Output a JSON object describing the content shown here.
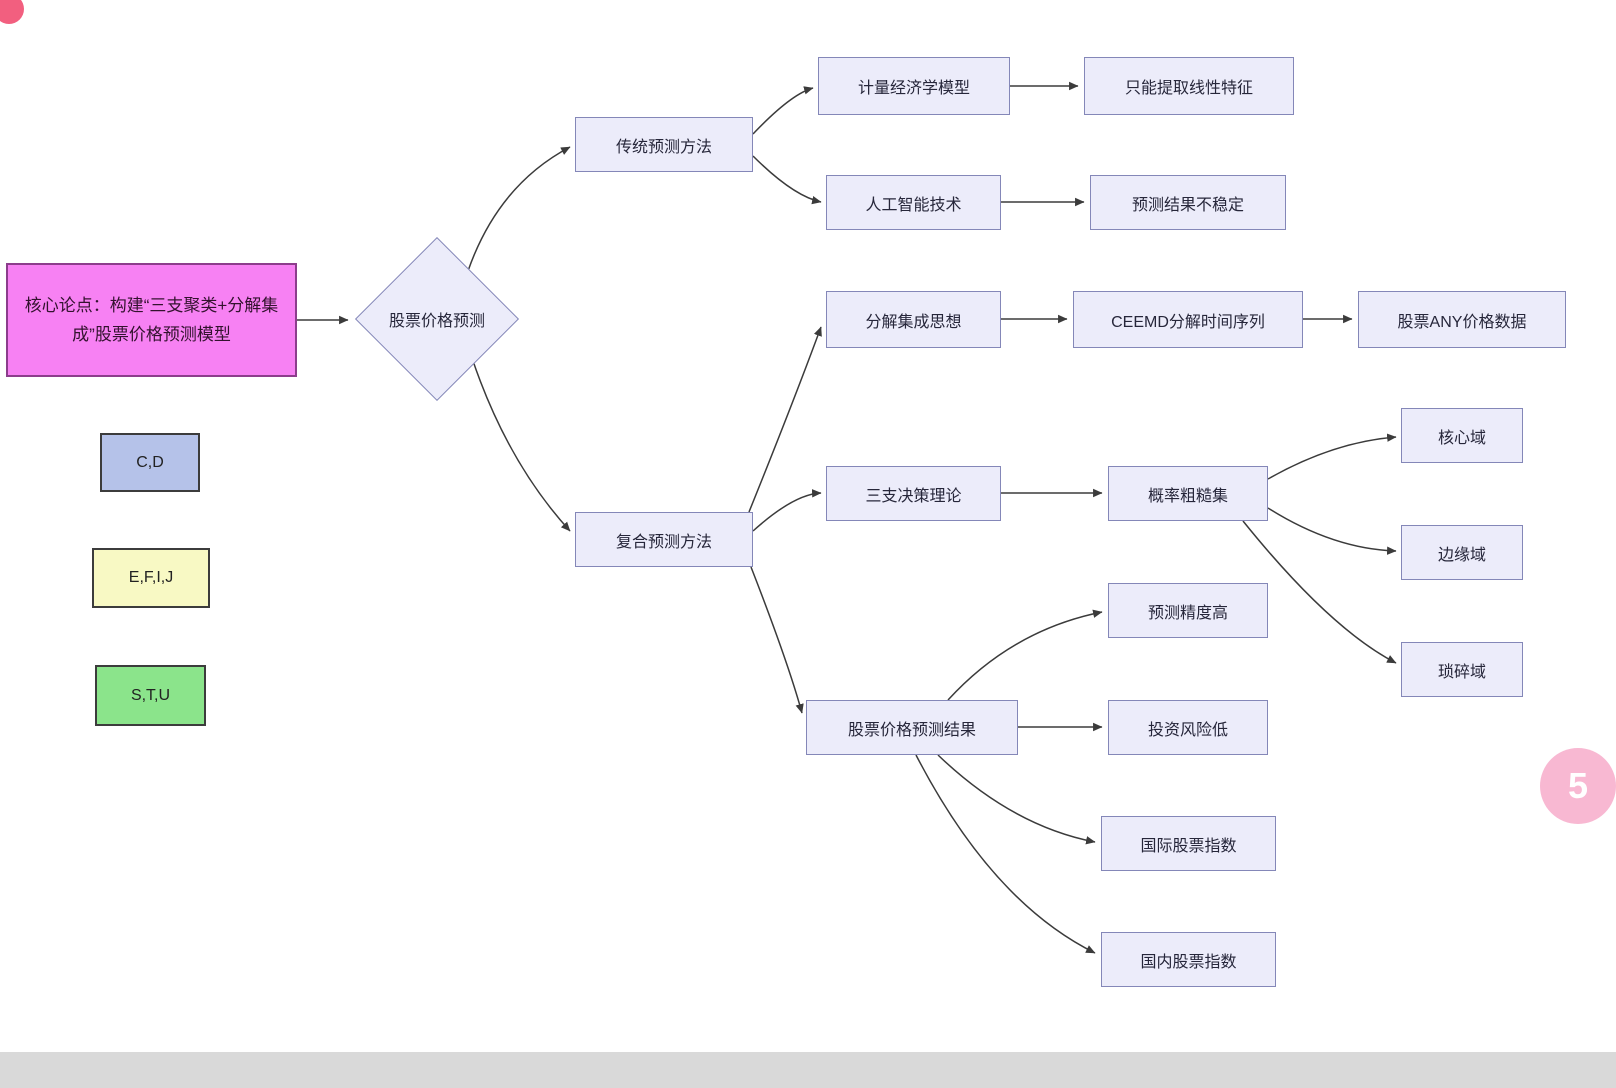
{
  "diagram": {
    "root": {
      "label": "核心论点：构建“三支聚类+分解集成”股票价格预测模型"
    },
    "diamond": {
      "label": "股票价格预测"
    },
    "legend": {
      "blue": {
        "label": "C,D",
        "fill": "#b5c2e9"
      },
      "yellow": {
        "label": "E,F,I,J",
        "fill": "#f8f9c4"
      },
      "green": {
        "label": "S,T,U",
        "fill": "#8be48b"
      }
    },
    "nodes": {
      "traditional": {
        "label": "传统预测方法"
      },
      "econometric": {
        "label": "计量经济学模型"
      },
      "linear_only": {
        "label": "只能提取线性特征"
      },
      "ai": {
        "label": "人工智能技术"
      },
      "unstable": {
        "label": "预测结果不稳定"
      },
      "decomposition": {
        "label": "分解集成思想"
      },
      "ceemd": {
        "label": "CEEMD分解时间序列"
      },
      "any_price": {
        "label": "股票ANY价格数据"
      },
      "composite": {
        "label": "复合预测方法"
      },
      "three_way": {
        "label": "三支决策理论"
      },
      "rough_set": {
        "label": "概率粗糙集"
      },
      "core_region": {
        "label": "核心域"
      },
      "boundary_region": {
        "label": "边缘域"
      },
      "trivial_region": {
        "label": "琐碎域"
      },
      "high_accuracy": {
        "label": "预测精度高"
      },
      "prediction_result": {
        "label": "股票价格预测结果"
      },
      "low_risk": {
        "label": "投资风险低"
      },
      "intl_index": {
        "label": "国际股票指数"
      },
      "domestic_index": {
        "label": "国内股票指数"
      }
    }
  },
  "badge": {
    "label": "5"
  },
  "colors": {
    "node_fill": "#ececfa",
    "node_border": "#8487b8",
    "root_fill": "#f781f3",
    "root_border": "#8c3d8c",
    "legend_blue": "#b5c2e9",
    "legend_yellow": "#f8f9c4",
    "legend_green": "#8be48b",
    "arrow": "#3b3b3b",
    "badge_fill": "#f8b8d2",
    "corner_dot": "#f25f7f",
    "bottom_bar": "#d9d9d9"
  }
}
